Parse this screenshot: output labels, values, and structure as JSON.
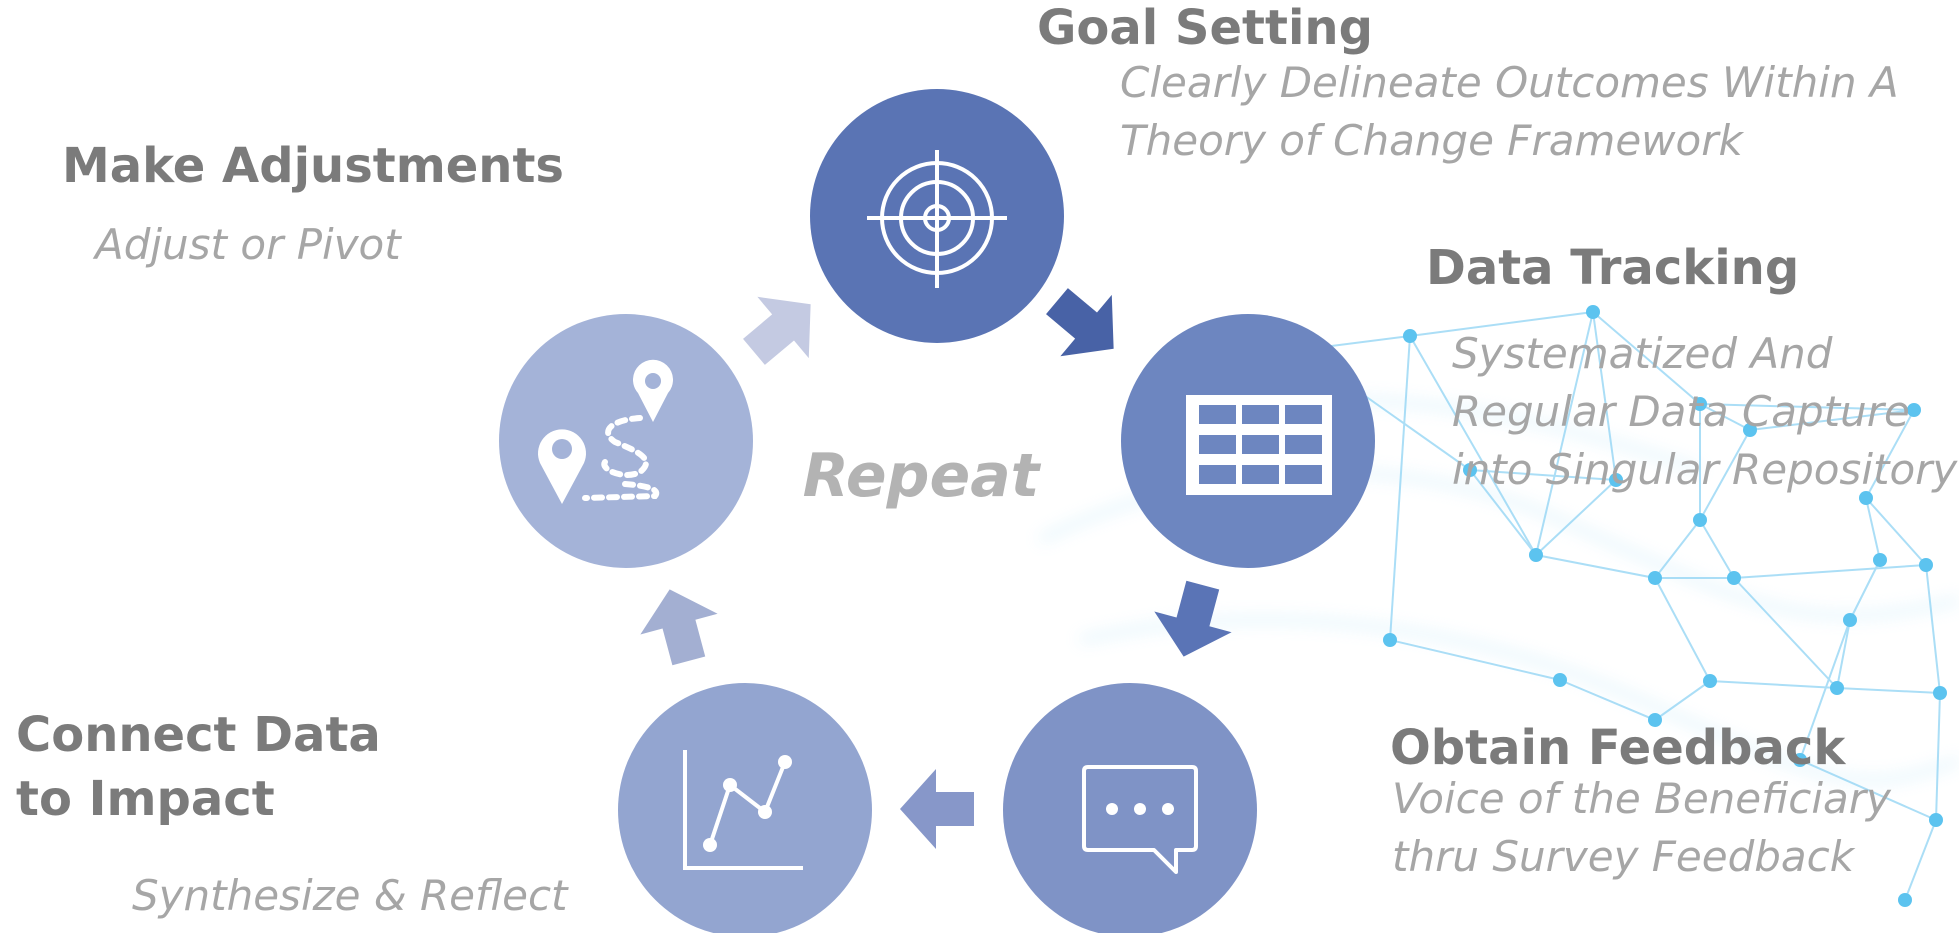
{
  "cycle": {
    "center_label": "Repeat",
    "steps": [
      {
        "id": "goal-setting",
        "title": "Goal Setting",
        "description": "Clearly Delineate Outcomes Within A\nTheory of Change Framework",
        "icon": "target-icon",
        "color": "#5a74b4"
      },
      {
        "id": "data-tracking",
        "title": "Data Tracking",
        "description": "Systematized And\nRegular Data Capture\ninto Singular Repository",
        "icon": "table-grid-icon",
        "color": "#6d86c0"
      },
      {
        "id": "obtain-feedback",
        "title": "Obtain Feedback",
        "description": "Voice of the Beneficiary\nthru Survey Feedback",
        "icon": "chat-bubble-icon",
        "color": "#7f93c6"
      },
      {
        "id": "connect-data",
        "title": "Connect Data\nto Impact",
        "description": "Synthesize & Reflect",
        "icon": "line-chart-icon",
        "color": "#93a5d0"
      },
      {
        "id": "make-adjustments",
        "title": "Make Adjustments",
        "description": "Adjust or Pivot",
        "icon": "route-pins-icon",
        "color": "#a4b3d8"
      }
    ],
    "arrow_colors": [
      "#4862a6",
      "#5a74b6",
      "#8797c9",
      "#a3afd2",
      "#c4cae2"
    ],
    "network_color": "#8fd3f4"
  }
}
